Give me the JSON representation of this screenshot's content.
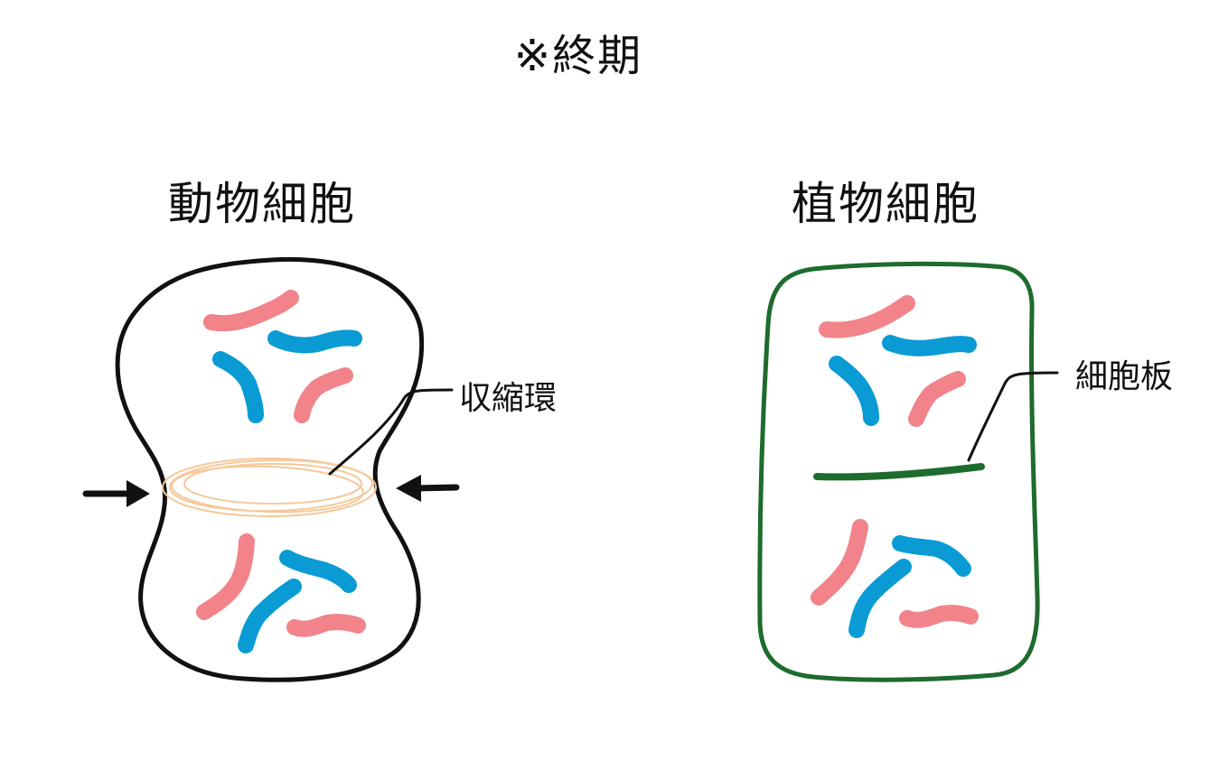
{
  "title": "※終期",
  "animal_cell": {
    "heading": "動物細胞",
    "callout": "収縮環"
  },
  "plant_cell": {
    "heading": "植物細胞",
    "callout": "細胞板"
  },
  "colors": {
    "outline_animal": "#111111",
    "outline_plant": "#1e6b2e",
    "cell_plate": "#1e6b2e",
    "contractile_ring": "#f5c99a",
    "chromosome_pink": "#f2838a",
    "chromosome_blue": "#0a9bd4",
    "arrow": "#111111"
  }
}
